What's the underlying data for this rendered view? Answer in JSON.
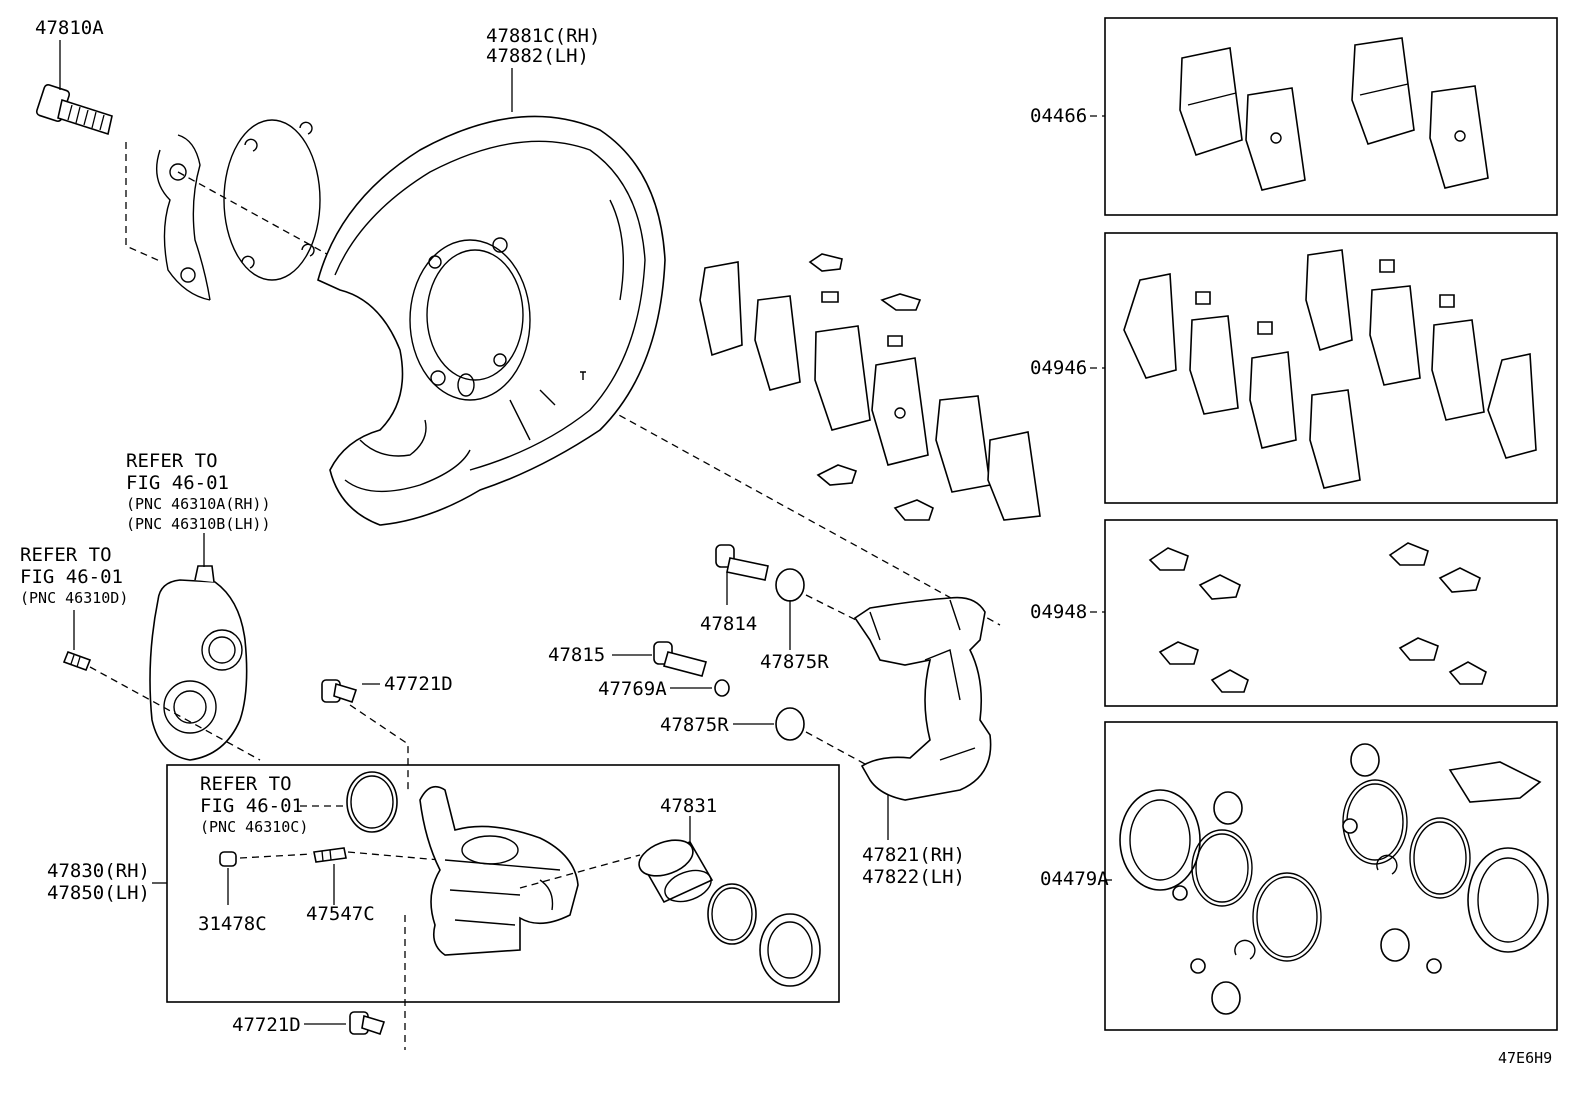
{
  "labels": {
    "p47810A": "47810A",
    "p47881C": "47881C(RH)",
    "p47882": "47882(LH)",
    "refer1_a": "REFER TO",
    "refer1_b": "FIG 46-01",
    "refer1_c": "(PNC 46310A(RH))",
    "refer1_d": "(PNC 46310B(LH))",
    "refer2_a": "REFER TO",
    "refer2_b": "FIG 46-01",
    "refer2_c": "(PNC 46310D)",
    "refer3_a": "REFER TO",
    "refer3_b": "FIG 46-01",
    "refer3_c": "(PNC 46310C)",
    "p47721D_top": "47721D",
    "p47721D_bottom": "47721D",
    "p47814": "47814",
    "p47815": "47815",
    "p47769A": "47769A",
    "p47875R_a": "47875R",
    "p47875R_b": "47875R",
    "p47821": "47821(RH)",
    "p47822": "47822(LH)",
    "p47831": "47831",
    "p47830": "47830(RH)",
    "p47850": "47850(LH)",
    "p31478C": "31478C",
    "p47547C": "47547C",
    "p04466": "04466",
    "p04946": "04946",
    "p04948": "04948",
    "p04479A": "04479A",
    "diagram_code": "47E6H9"
  }
}
